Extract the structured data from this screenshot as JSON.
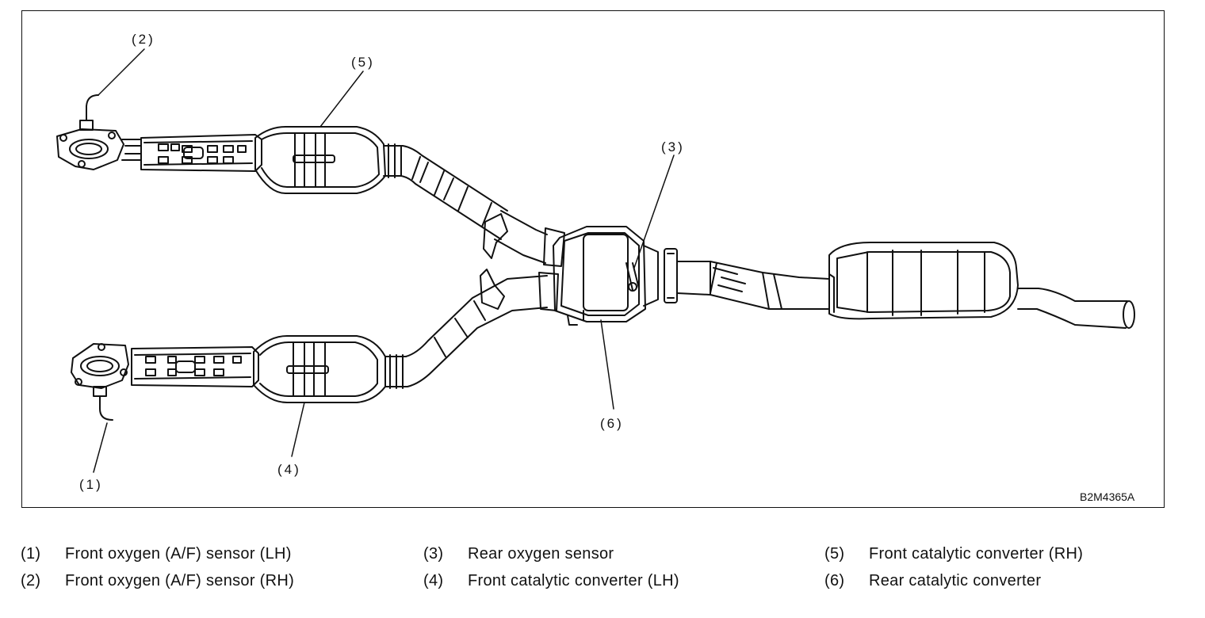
{
  "figure": {
    "code": "B2M4365A",
    "callouts": {
      "c1": "(1)",
      "c2": "(2)",
      "c3": "(3)",
      "c4": "(4)",
      "c5": "(5)",
      "c6": "(6)"
    }
  },
  "legend": [
    {
      "num": "(1)",
      "label": "Front oxygen (A/F) sensor (LH)"
    },
    {
      "num": "(2)",
      "label": "Front oxygen (A/F) sensor (RH)"
    },
    {
      "num": "(3)",
      "label": "Rear oxygen sensor"
    },
    {
      "num": "(4)",
      "label": "Front catalytic converter (LH)"
    },
    {
      "num": "(5)",
      "label": "Front catalytic converter (RH)"
    },
    {
      "num": "(6)",
      "label": "Rear catalytic converter"
    }
  ]
}
